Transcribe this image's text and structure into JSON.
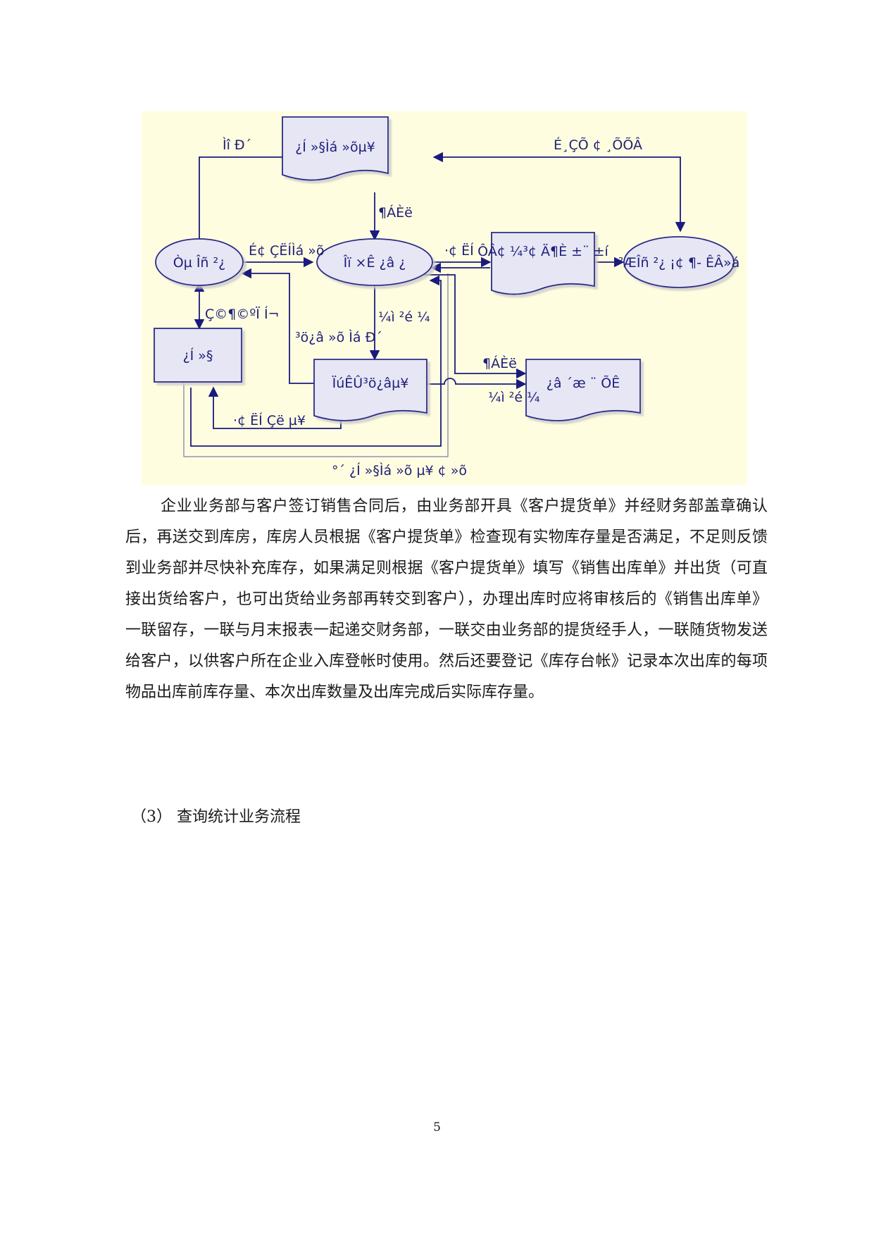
{
  "diagram": {
    "nodes": {
      "sales_dept": "Òµ Îñ ²¿",
      "customer": "¿Í »§",
      "customer_pickup_order": "¿Í »§Ìá »õµ¥",
      "warehouse": "Îï ×Ê ¿â ¿",
      "sales_outbound_order": "ÏúÊÛ³ö¿âµ¥",
      "monthly_report": "ÔÂ¢ ¼³¢ Ä¶È ±¨ ±í",
      "finance_dept": "²ÆÎñ ²¿ ¡¢ ¶- ÊÂ»á",
      "inventory_ledger": "¿â ´æ ¨ ÕÊ"
    },
    "labels": {
      "fill_in": "Ìî Ð´",
      "stamp_confirm": "É¸ÇÕ ¢ ¸ÕÕÂ",
      "check": "¶ÁÈë",
      "send_to_warehouse": "É¢ ÇËÍÌá »õ",
      "send_out": "·¢ ËÍ",
      "sign_contract": "Ç©¶©ºÏ Í¬",
      "check_out": "¼ì ²é ¼",
      "out_pickup": "³ö¿â »õ Ìá Ð´",
      "check2": "¶ÁÈë",
      "check3": "¼ì ²é ¼",
      "send_sales": "·¢ ËÍ Çë µ¥",
      "resend_pickup": "°´ ¿Í »§Ìá »õ µ¥ ¢ »õ"
    }
  },
  "paragraph": "企业业务部与客户签订销售合同后，由业务部开具《客户提货单》并经财务部盖章确认后，再送交到库房，库房人员根据《客户提货单》检查现有实物库存量是否满足，不足则反馈到业务部并尽快补充库存，如果满足则根据《客户提货单》填写《销售出库单》并出货（可直接出货给客户，也可出货给业务部再转交到客户），办理出库时应将审核后的《销售出库单》一联留存，一联与月末报表一起递交财务部，一联交由业务部的提货经手人，一联随货物发送给客户，以供客户所在企业入库登帐时使用。然后还要登记《库存台帐》记录本次出库的每项物品出库前库存量、本次出库数量及出库完成后实际库存量。",
  "section_heading": "（3）  查询统计业务流程",
  "page_number": "5",
  "colors": {
    "diagram_bg": "#fffde0",
    "node_fill": "#e6e6f5",
    "node_stroke": "#2b2b8a",
    "arrow": "#1a1a80"
  }
}
